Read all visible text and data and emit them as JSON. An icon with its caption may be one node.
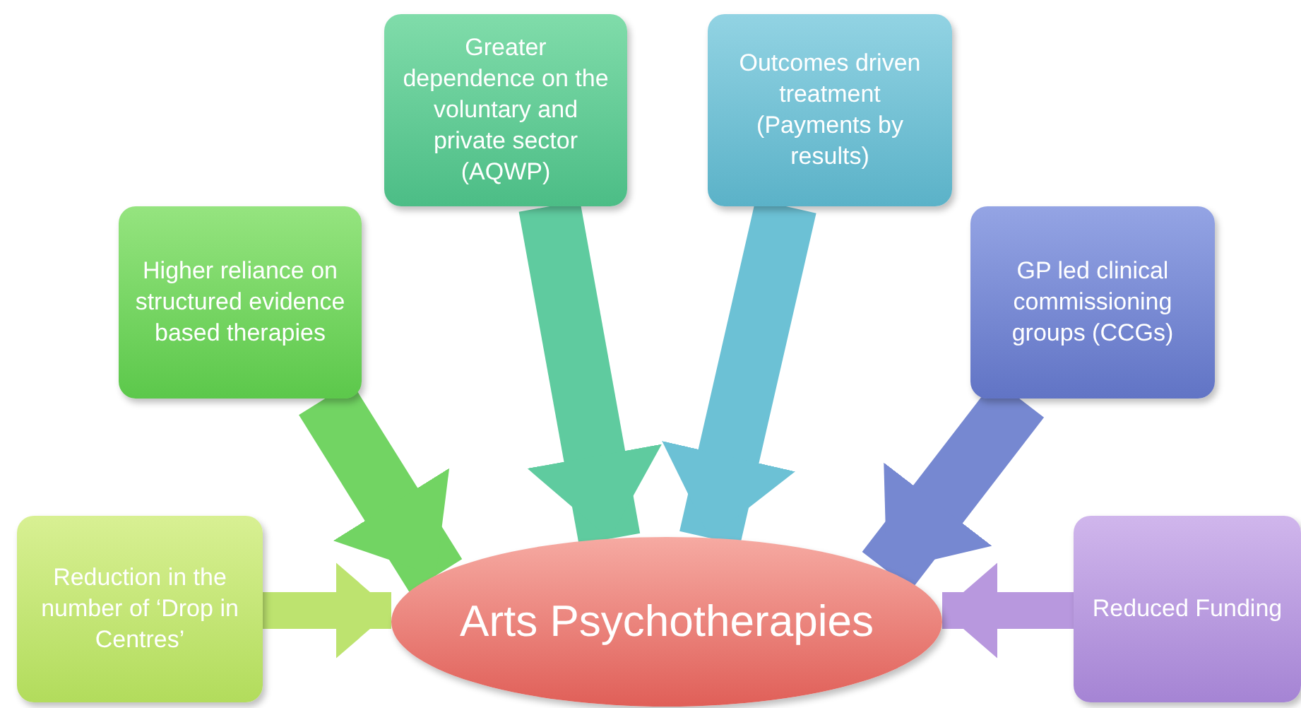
{
  "diagram": {
    "nodes": [
      {
        "text": [
          "Reduction in the number of ‘Drop in Centres’"
        ]
      },
      {
        "text": [
          "Higher reliance on structured evidence based therapies"
        ]
      },
      {
        "text": [
          "Greater dependence on the voluntary and private sector (AQWP)"
        ]
      },
      {
        "text": [
          "Outcomes driven treatment (Payments by results)"
        ]
      },
      {
        "text": [
          "GP led clinical commissioning groups (CCGs)"
        ]
      },
      {
        "text": [
          "Reduced Funding"
        ]
      },
      {
        "text": [
          "Arts Psychotherapies"
        ]
      }
    ],
    "edges": [
      {
        "from": 0,
        "to": 6,
        "arrow": "to",
        "color": "#bde36f"
      },
      {
        "from": 1,
        "to": 6,
        "arrow": "to",
        "color": "#72d463"
      },
      {
        "from": 2,
        "to": 6,
        "arrow": "to",
        "color": "#5fcb9f"
      },
      {
        "from": 3,
        "to": 6,
        "arrow": "to",
        "color": "#6cc1d5"
      },
      {
        "from": 4,
        "to": 6,
        "arrow": "to",
        "color": "#7688d1"
      },
      {
        "from": 5,
        "to": 6,
        "arrow": "to",
        "color": "#b898de"
      }
    ]
  }
}
